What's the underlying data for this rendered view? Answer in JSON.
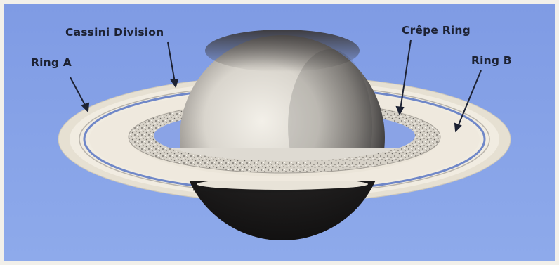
{
  "diagram": {
    "labels": {
      "ring_a": "Ring A",
      "cassini_division": "Cassini Division",
      "crepe_ring": "Crêpe Ring",
      "ring_b": "Ring B"
    },
    "colors": {
      "background_sky": "#8aa3e6",
      "frame": "#f2f0ea",
      "planet_light": "#eeeae2",
      "planet_dark": "#2a2828",
      "ring_cream": "#efe9dc",
      "label_text": "#1d2233"
    }
  }
}
